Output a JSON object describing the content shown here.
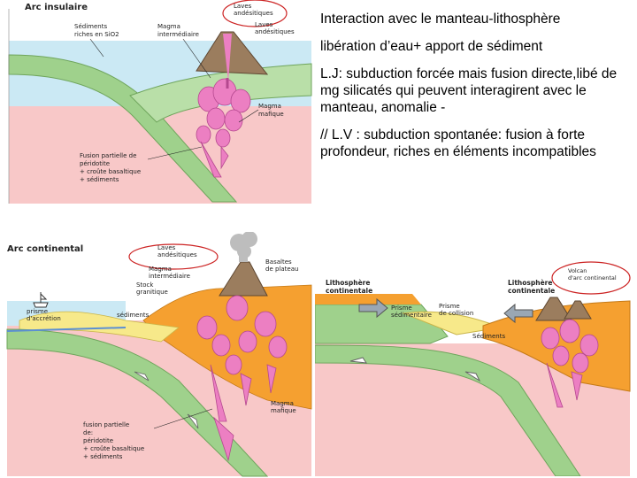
{
  "notes": {
    "p1": "Interaction avec le manteau-lithosphère",
    "p2": "libération d’eau+ apport de sédiment",
    "p3": "L.J: subduction forcée mais fusion directe,libé de mg silicatés qui peuvent interagirent avec le manteau, anomalie -",
    "p4": " // L.V : subduction spontanée: fusion à forte profondeur, riches en éléments incompatibles"
  },
  "fig1": {
    "title": "Arc insulaire",
    "sediments": [
      "Sédiments",
      "riches en SiO2"
    ],
    "magma_inter": [
      "Magma",
      "intermédiaire"
    ],
    "laves_andesitiques": [
      "Laves",
      "andésitiques"
    ],
    "laves_andesitiques2": [
      "Laves",
      "andésitiques"
    ],
    "magma_mafique": [
      "Magma",
      "mafique"
    ],
    "fusion": [
      "Fusion partielle de",
      "péridotite",
      "+ croûte basaltique",
      "+ sédiments"
    ]
  },
  "fig2": {
    "title": "Arc continental",
    "laves": [
      "Laves",
      "andésitiques"
    ],
    "magma_inter": [
      "Magma",
      "intermédiaire"
    ],
    "basaltes": [
      "Basaltes",
      "de plateau"
    ],
    "stock": [
      "Stock",
      "granitique"
    ],
    "prisme": [
      "prisme",
      "d'accrétion"
    ],
    "sediments": "sédiments",
    "magma_mafique": [
      "Magma",
      "mafique"
    ],
    "fusion": [
      "fusion partielle",
      "de:",
      "péridotite",
      "+ croûte basaltique",
      "+ sédiments"
    ]
  },
  "fig3": {
    "litho_left": [
      "Lithosphère",
      "continentale"
    ],
    "litho_right": [
      "Lithosphère",
      "continentale"
    ],
    "prisme": [
      "Prisme",
      "sédimentaire"
    ],
    "prisme2": [
      "Prisme",
      "de collision"
    ],
    "sediments": "Sédiments",
    "volcan": [
      "Volcan",
      "d'arc continental"
    ]
  },
  "colors": {
    "mantle": "#f8c8c8",
    "plate": "#9fd18c",
    "ocean": "#cbe9f4",
    "magma": "#ec7fc2",
    "orange": "#f5a030",
    "yellow": "#f7e98a",
    "circle": "#cc2222"
  }
}
